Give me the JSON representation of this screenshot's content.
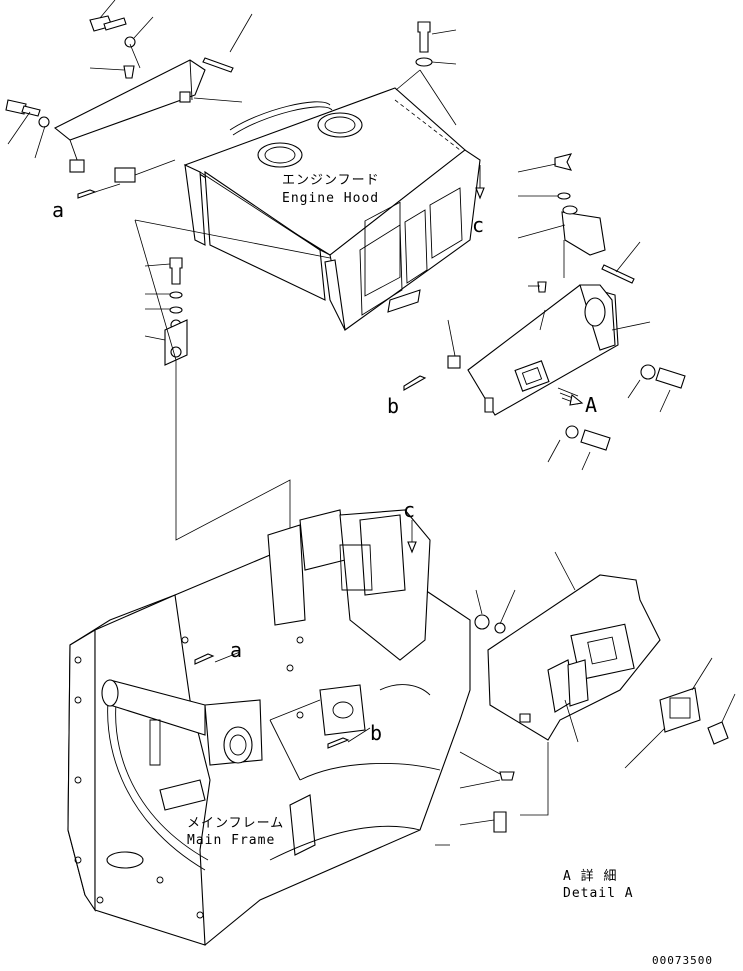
{
  "labels": {
    "engine_hood_jp": "エンジンフード",
    "engine_hood_en": "Engine Hood",
    "main_frame_jp": "メインフレーム",
    "main_frame_en": "Main Frame",
    "detail_jp": "A 詳 細",
    "detail_en": "Detail A",
    "drawing_number": "00073500"
  },
  "callouts": {
    "a": "a",
    "b": "b",
    "c": "c",
    "A": "A"
  }
}
